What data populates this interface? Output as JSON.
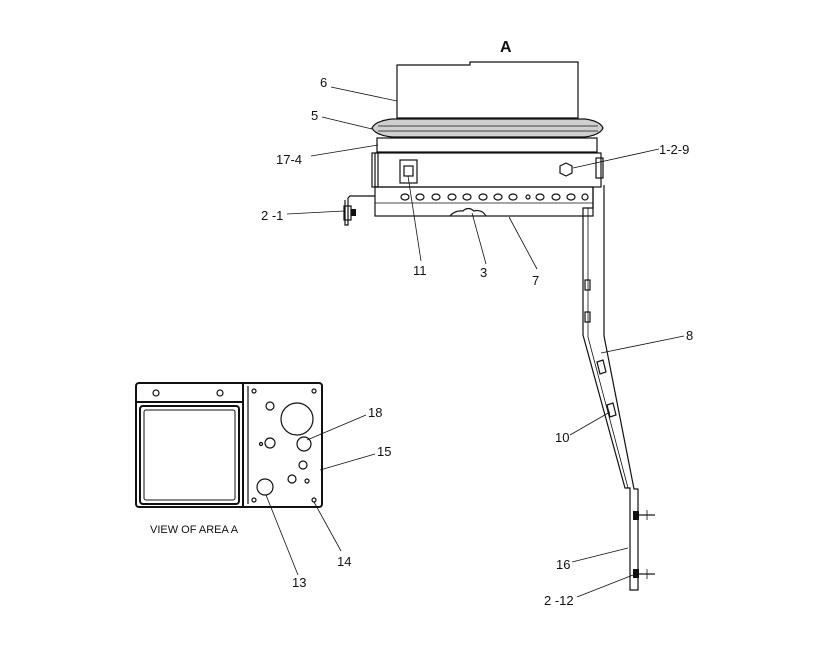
{
  "area_label": "A",
  "view_title": "VIEW OF AREA A",
  "callouts": {
    "c6": "6",
    "c5": "5",
    "c17_4": "17-4",
    "c1_2_9": "1-2-9",
    "c2_1": "2 -1",
    "c11": "11",
    "c3": "3",
    "c7": "7",
    "c8": "8",
    "c10": "10",
    "c16": "16",
    "c2_12": "2 -12",
    "c18": "18",
    "c15": "15",
    "c14": "14",
    "c13": "13"
  }
}
